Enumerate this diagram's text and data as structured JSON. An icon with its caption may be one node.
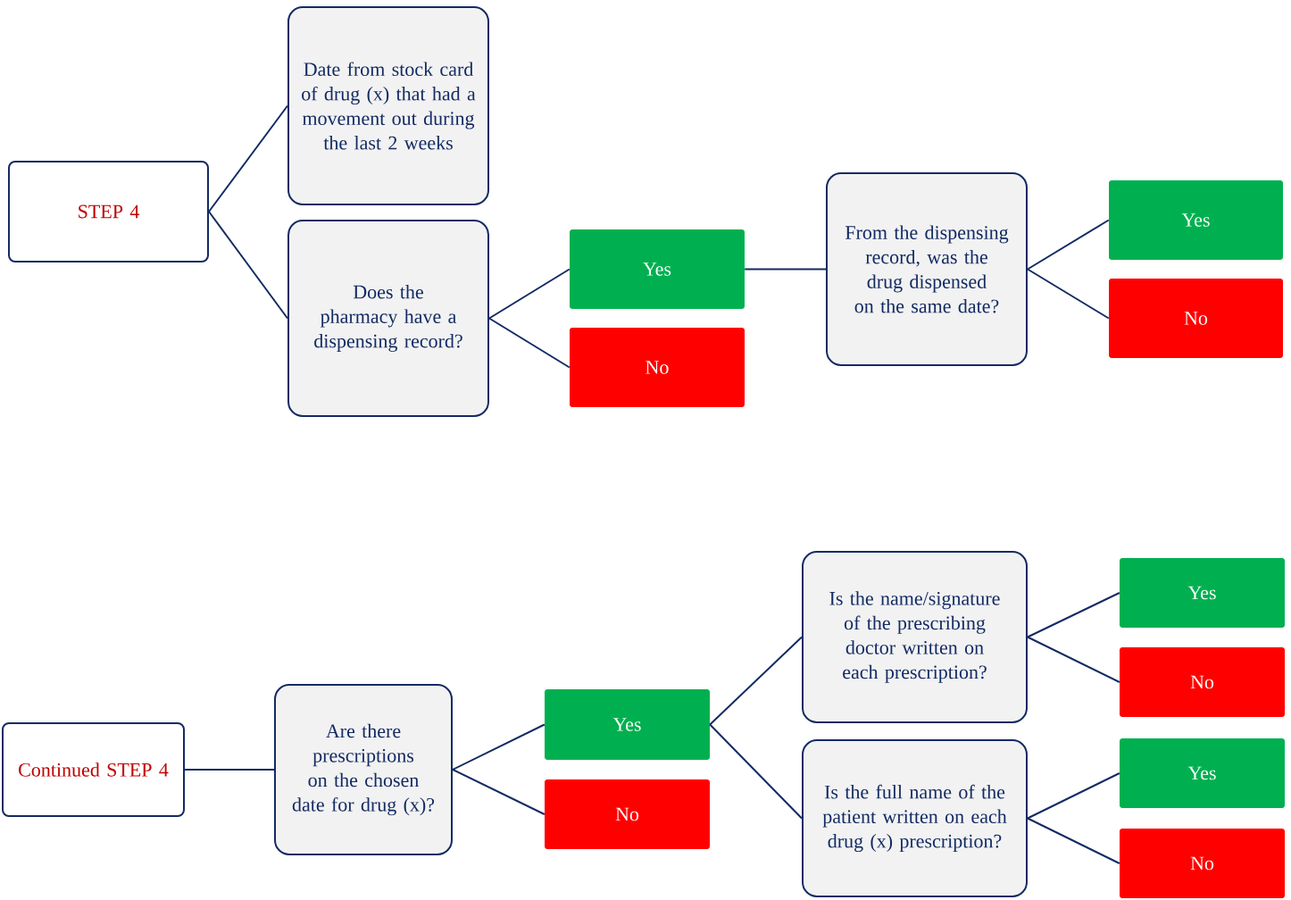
{
  "diagram": {
    "nodes": [
      {
        "text": [
          "STEP 4"
        ]
      },
      {
        "text": [
          "Date from stock card of drug (x) that had a movement out during the last 2 weeks"
        ]
      },
      {
        "text": [
          "Does the pharmacy have a dispensing record?"
        ]
      },
      {
        "text": [
          "Yes"
        ]
      },
      {
        "text": [
          "No"
        ]
      },
      {
        "text": [
          "From the dispensing record, was the drug dispensed on the same date?"
        ]
      },
      {
        "text": [
          "Yes"
        ]
      },
      {
        "text": [
          "No"
        ]
      },
      {
        "text": [
          "Continued STEP 4"
        ]
      },
      {
        "text": [
          "Are there prescriptions on the chosen date for drug (x)?"
        ]
      },
      {
        "text": [
          "Yes"
        ]
      },
      {
        "text": [
          "No"
        ]
      },
      {
        "text": [
          "Is the name/signature of the prescribing doctor written on each prescription?"
        ]
      },
      {
        "text": [
          "Is the full name of the patient  written on each drug (x) prescription?"
        ]
      },
      {
        "text": [
          "Yes"
        ]
      },
      {
        "text": [
          "No"
        ]
      },
      {
        "text": [
          "Yes"
        ]
      },
      {
        "text": [
          "No"
        ]
      }
    ],
    "edges": [
      {
        "from": 0,
        "to": 1,
        "arrow": "none"
      },
      {
        "from": 0,
        "to": 2,
        "arrow": "none"
      },
      {
        "from": 2,
        "to": 3,
        "arrow": "none"
      },
      {
        "from": 2,
        "to": 4,
        "arrow": "none"
      },
      {
        "from": 3,
        "to": 5,
        "arrow": "none"
      },
      {
        "from": 5,
        "to": 6,
        "arrow": "none"
      },
      {
        "from": 5,
        "to": 7,
        "arrow": "none"
      },
      {
        "from": 8,
        "to": 9,
        "arrow": "none"
      },
      {
        "from": 9,
        "to": 10,
        "arrow": "none"
      },
      {
        "from": 9,
        "to": 11,
        "arrow": "none"
      },
      {
        "from": 10,
        "to": 12,
        "arrow": "none"
      },
      {
        "from": 10,
        "to": 13,
        "arrow": "none"
      },
      {
        "from": 12,
        "to": 14,
        "arrow": "none"
      },
      {
        "from": 12,
        "to": 15,
        "arrow": "none"
      },
      {
        "from": 13,
        "to": 16,
        "arrow": "none"
      },
      {
        "from": 13,
        "to": 17,
        "arrow": "none"
      }
    ]
  }
}
